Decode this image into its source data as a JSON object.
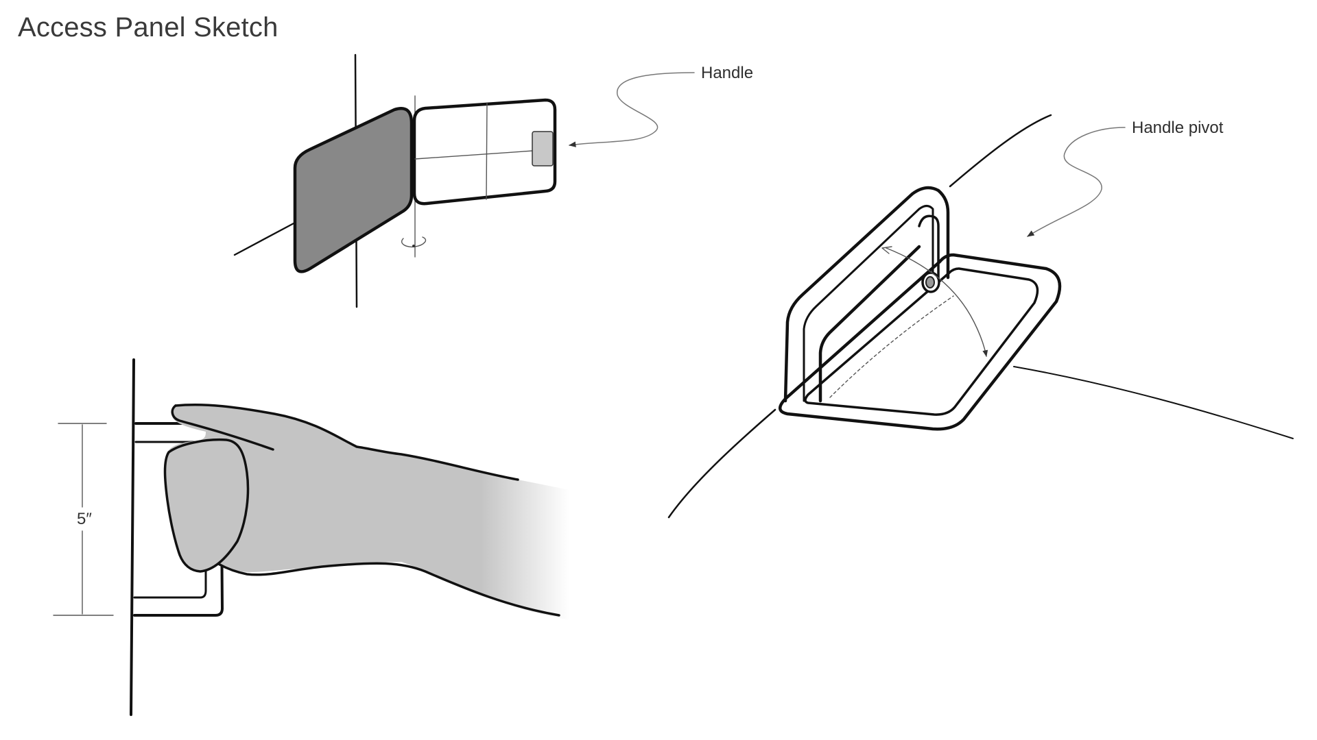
{
  "title": "Access Panel Sketch",
  "callouts": {
    "handle": "Handle",
    "handle_pivot": "Handle pivot"
  },
  "dimension": {
    "height_label": "5″"
  },
  "colors": {
    "ink": "#111111",
    "panel_fill": "#888888",
    "hand_fill": "#c4c4c4",
    "handle_recess_fill": "#c8c8c8",
    "title_color": "#3a3a3a"
  }
}
